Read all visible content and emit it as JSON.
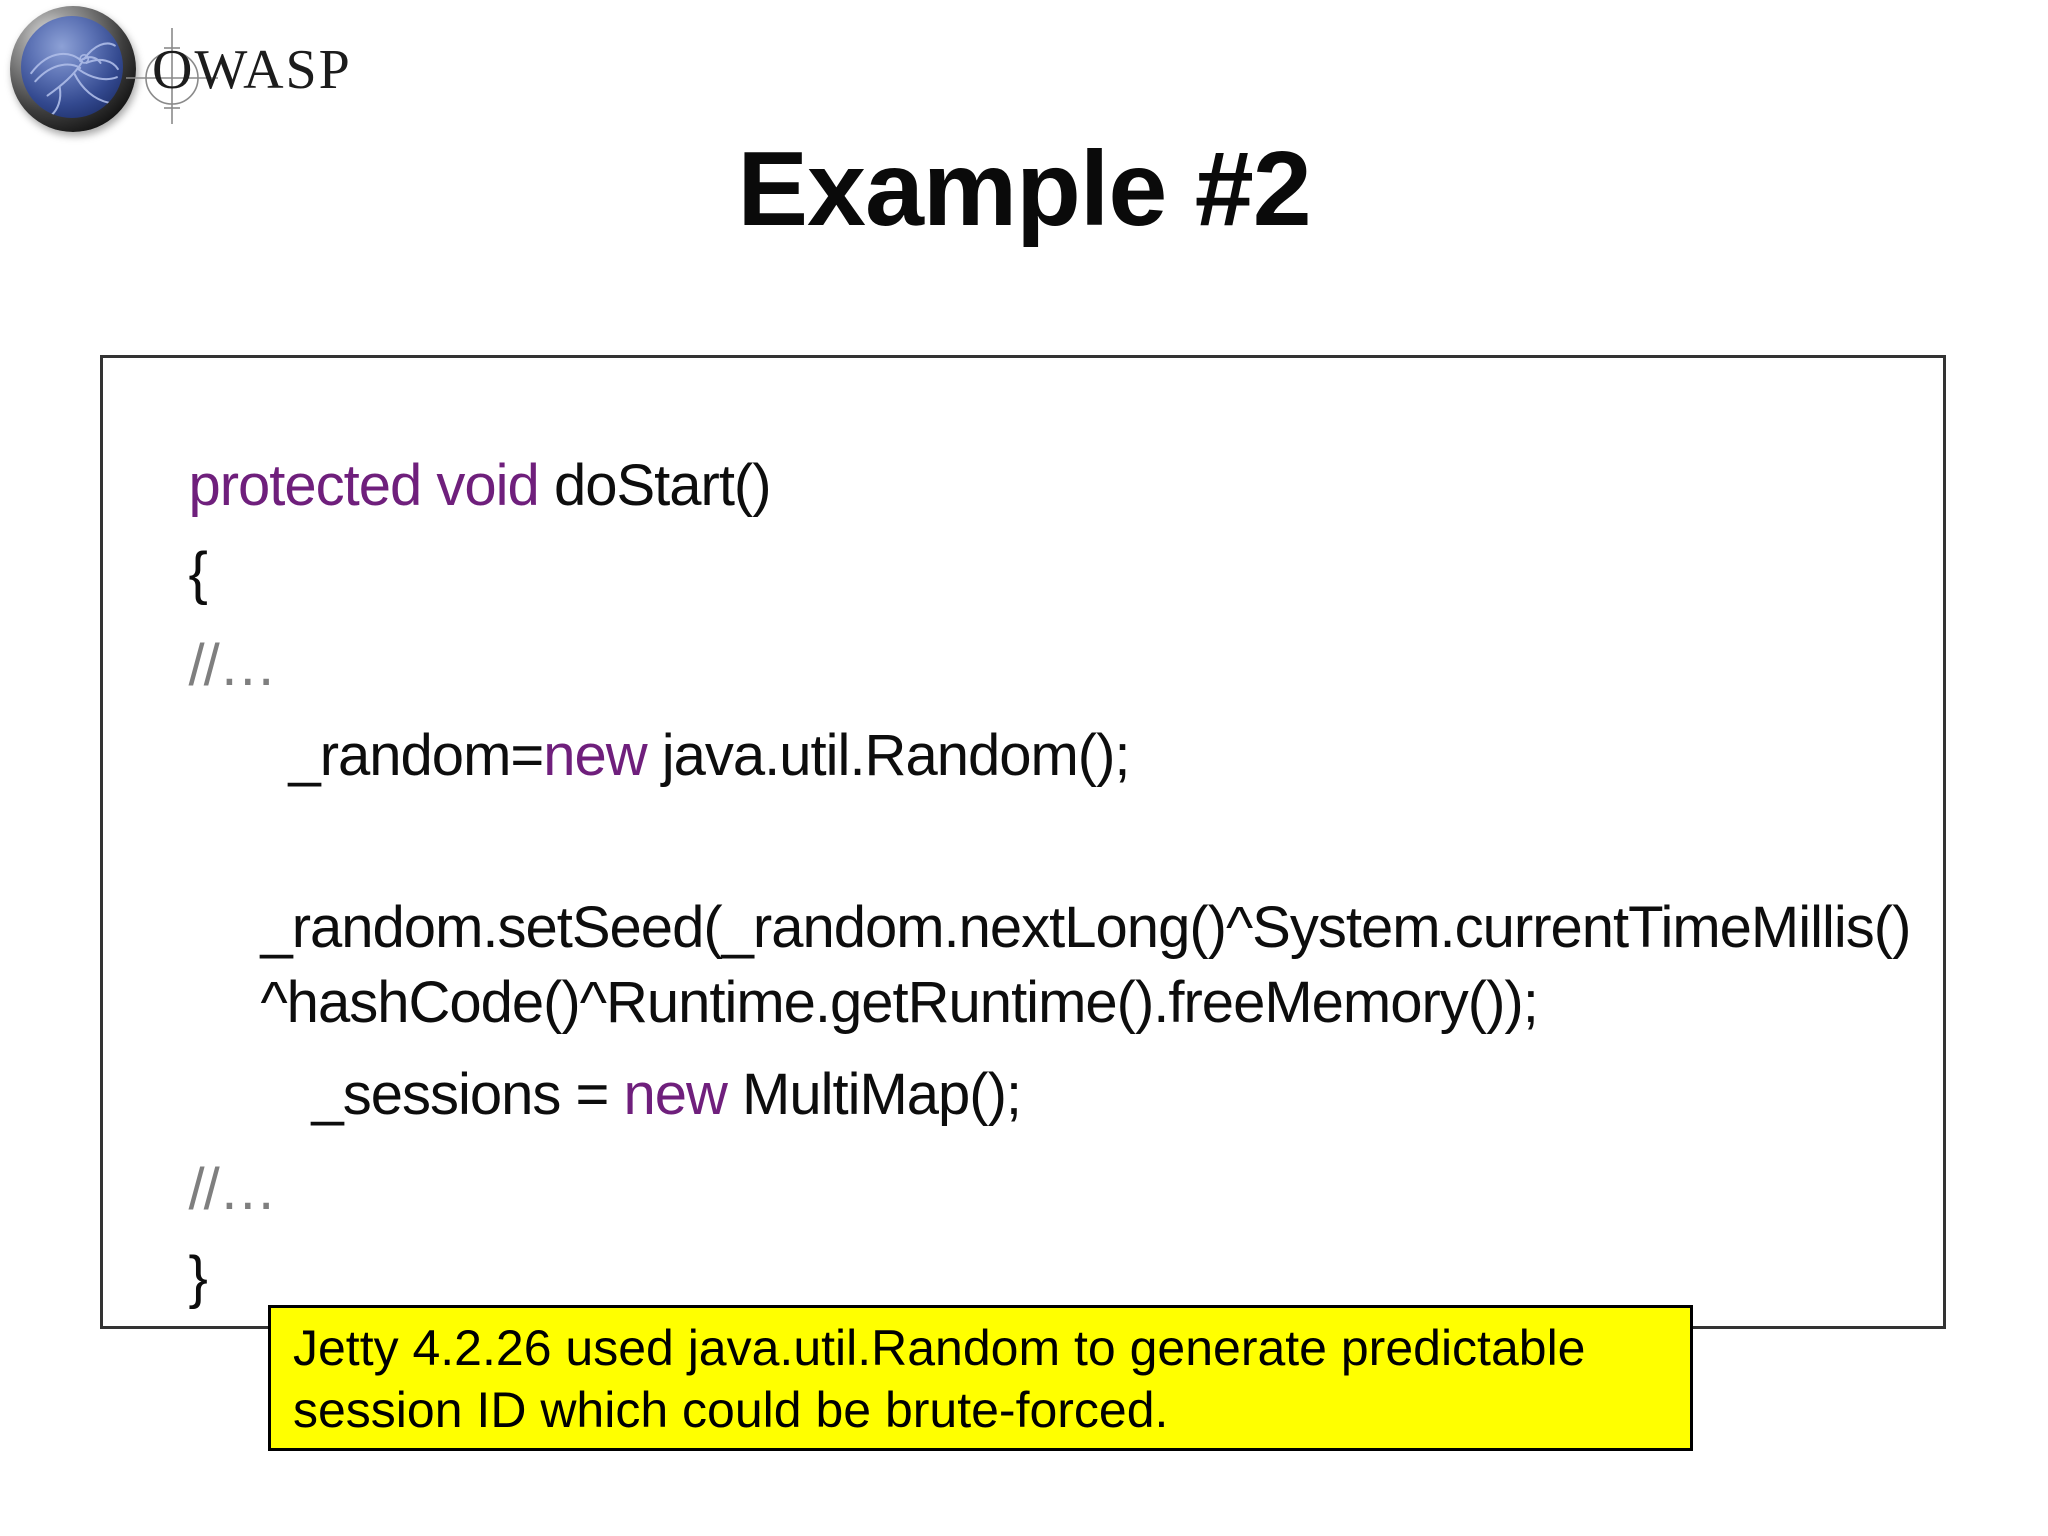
{
  "logo": {
    "brand_text": "OWASP",
    "globe_icon": "owasp-globe-wasp-icon",
    "crosshair_icon": "crosshair-icon"
  },
  "header": {
    "title": "Example #2"
  },
  "code_panel": {
    "lines": [
      {
        "segments": [
          {
            "style": "keyword",
            "text": "protected void "
          },
          {
            "style": "plain",
            "text": "doStart()"
          }
        ]
      },
      {
        "segments": [
          {
            "style": "plain",
            "text": "{"
          }
        ]
      },
      {
        "segments": [
          {
            "style": "comment",
            "text": "//…"
          }
        ]
      },
      {
        "segments": [
          {
            "style": "plain",
            "text": "_random="
          },
          {
            "style": "keyword",
            "text": "new"
          },
          {
            "style": "plain",
            "text": " java.util.Random();"
          }
        ]
      },
      {
        "segments": [
          {
            "style": "plain",
            "text": "_random.setSeed(_random.nextLong()^System.currentTimeMillis()"
          }
        ]
      },
      {
        "segments": [
          {
            "style": "plain",
            "text": "^hashCode()^Runtime.getRuntime().freeMemory());"
          }
        ]
      },
      {
        "segments": [
          {
            "style": "plain",
            "text": "_sessions = "
          },
          {
            "style": "keyword",
            "text": "new"
          },
          {
            "style": "plain",
            "text": " MultiMap();"
          }
        ]
      },
      {
        "segments": [
          {
            "style": "comment",
            "text": "//…"
          }
        ]
      },
      {
        "segments": [
          {
            "style": "plain",
            "text": "}"
          }
        ]
      }
    ]
  },
  "callout": {
    "lines": [
      "Jetty 4.2.26 used java.util.Random to generate predictable",
      "session ID which could be brute-forced."
    ]
  },
  "colors": {
    "keyword": "#6f1f7c",
    "comment": "#7f7f7f",
    "code_text": "#0d0d0d",
    "title_text": "#0a0a0a",
    "code_border": "#333333",
    "callout_bg": "#ffff00",
    "callout_border": "#000000",
    "callout_text": "#000000",
    "page_bg": "#ffffff"
  }
}
